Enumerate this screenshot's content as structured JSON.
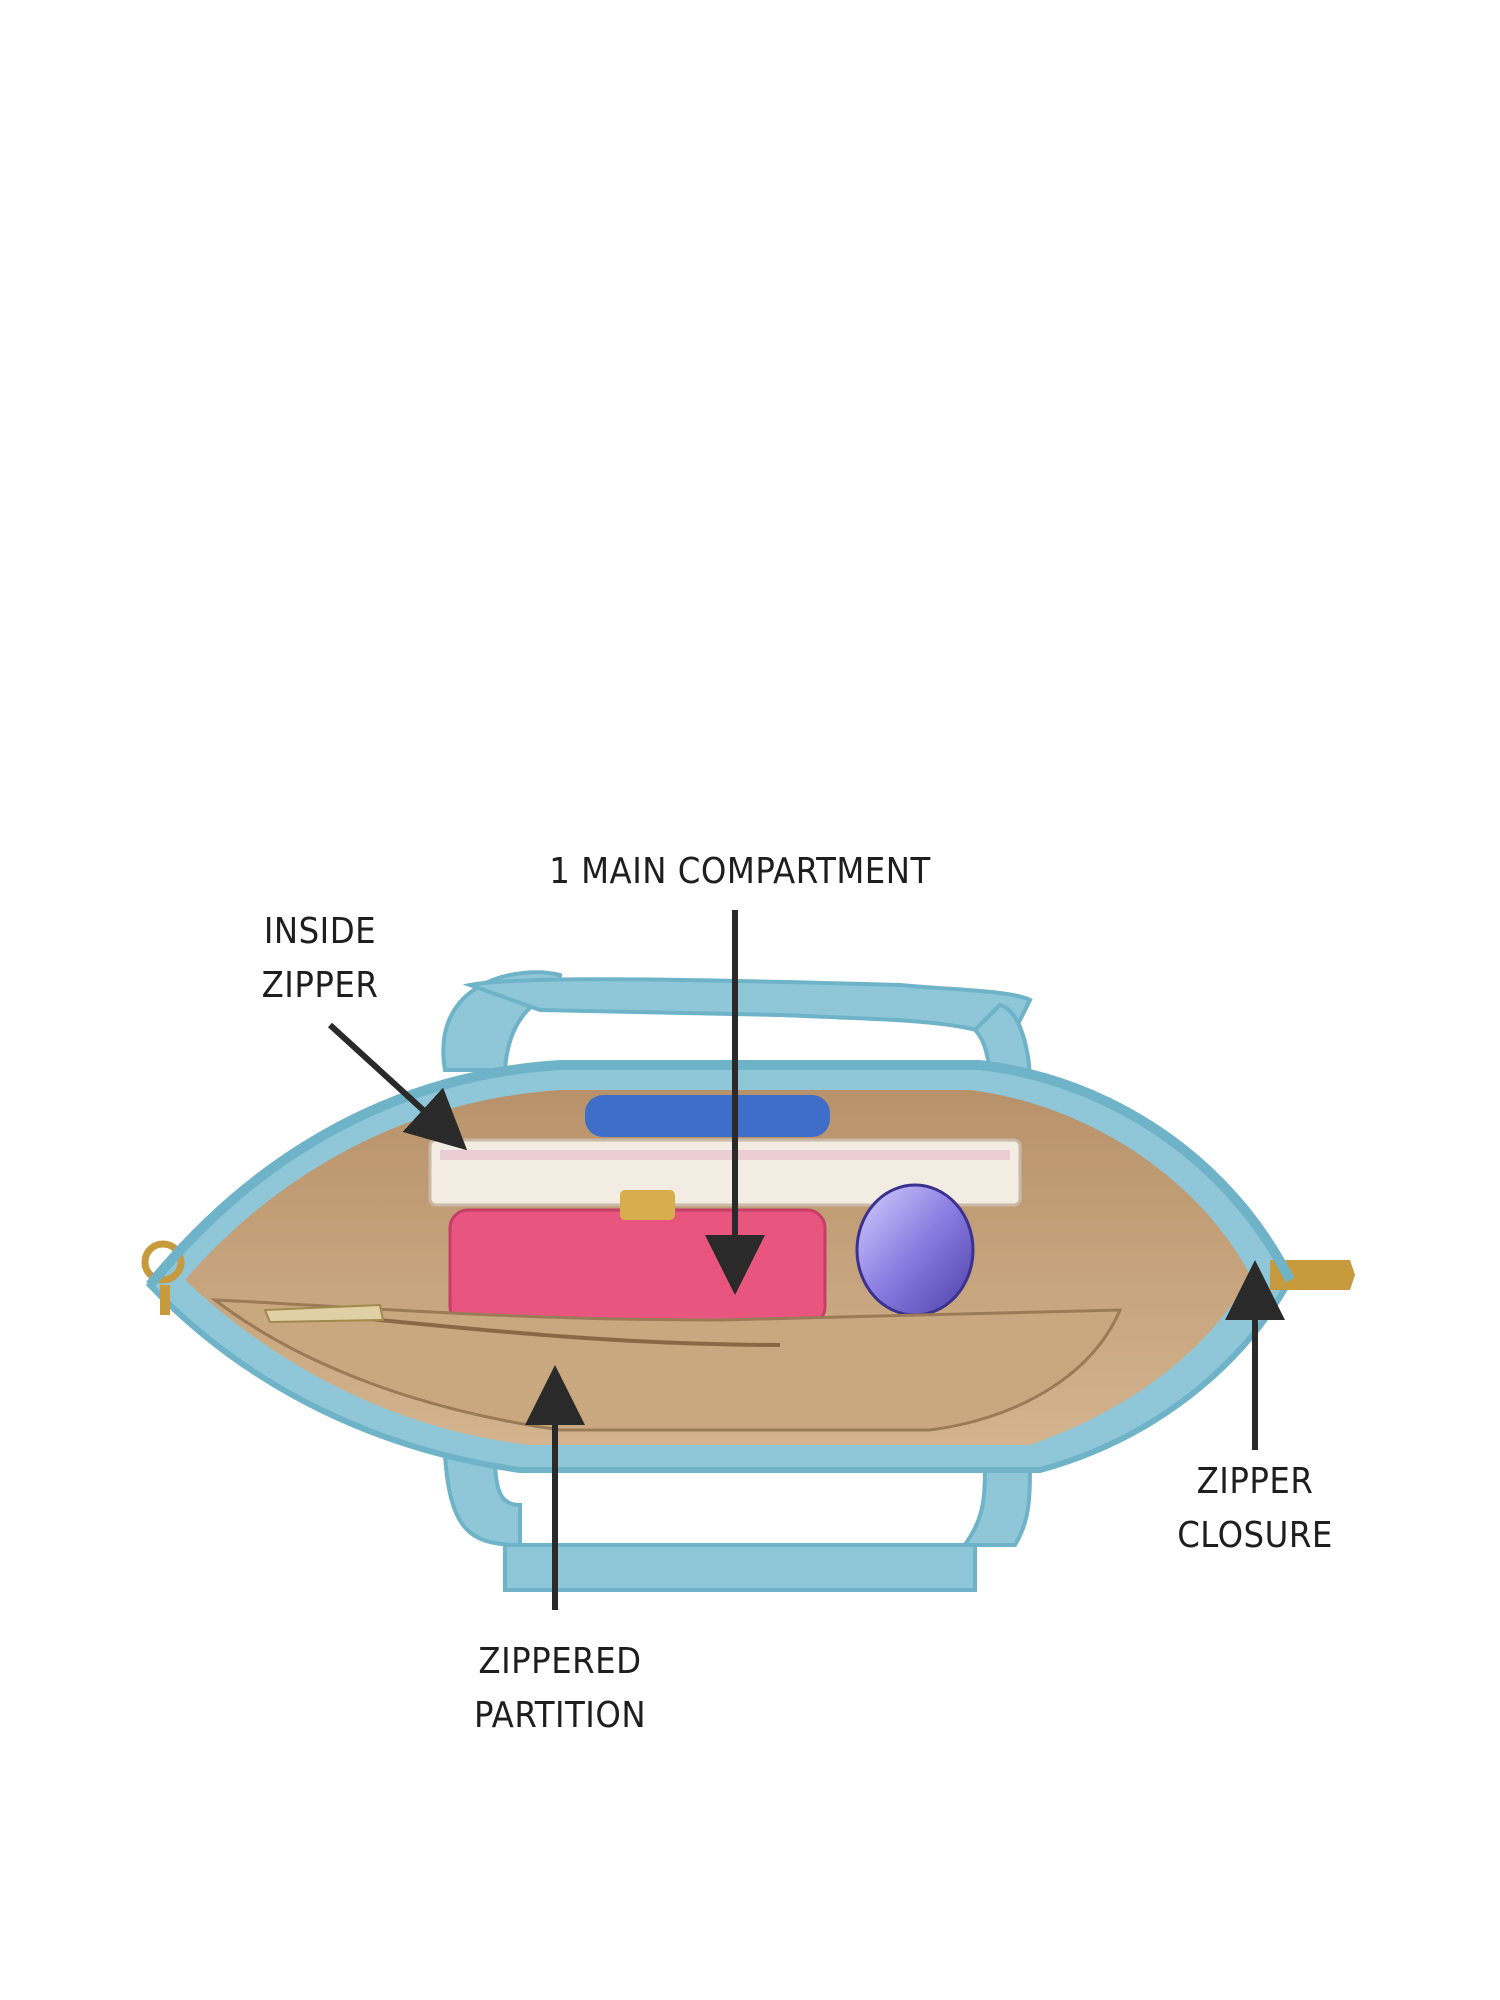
{
  "callouts": {
    "main_compartment": {
      "line1": "1 MAIN COMPARTMENT"
    },
    "inside_zipper": {
      "line1": "INSIDE",
      "line2": "ZIPPER"
    },
    "zipper_closure": {
      "line1": "ZIPPER",
      "line2": "CLOSURE"
    },
    "zippered_partition": {
      "line1": "ZIPPERED",
      "line2": "PARTITION"
    }
  },
  "colors": {
    "bag_body": "#8fc7d8",
    "bag_trim": "#6fb3c8",
    "lining": "#c8a37a",
    "wallet": "#e8567f",
    "jar_lid": "#8a7ce0",
    "phone": "#3f6ec8",
    "arrow": "#2a2a2a"
  }
}
